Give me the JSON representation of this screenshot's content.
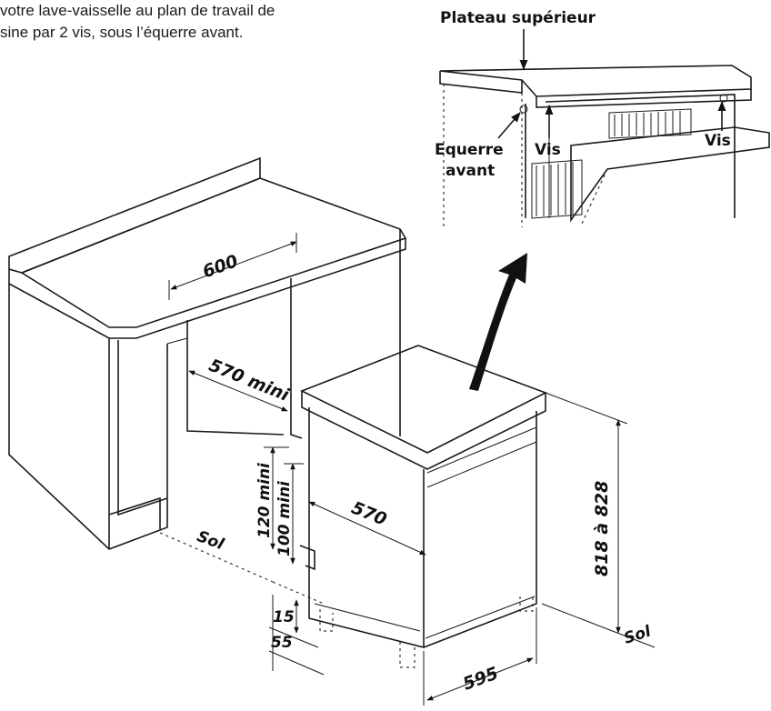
{
  "intro": {
    "line1": "votre lave-vaisselle au plan de travail de",
    "line2": "sine par 2 vis, sous l’équerre avant."
  },
  "detail_labels": {
    "plateau": "Plateau supérieur",
    "equerre_1": "Equerre",
    "equerre_2": "avant",
    "vis_left": "Vis",
    "vis_right": "Vis"
  },
  "dimensions": {
    "width_600": "600",
    "depth_570_mini": "570 mini",
    "height_120_mini": "120 mini",
    "height_100_mini": "100 mini",
    "depth_570": "570",
    "height_818_828": "818 à 828",
    "foot_15": "15",
    "foot_55": "55",
    "width_595": "595",
    "sol_left": "Sol",
    "sol_right": "Sol"
  },
  "colors": {
    "line": "#1a1a1a",
    "fill": "#ffffff",
    "shade": "#e6e6e6"
  }
}
